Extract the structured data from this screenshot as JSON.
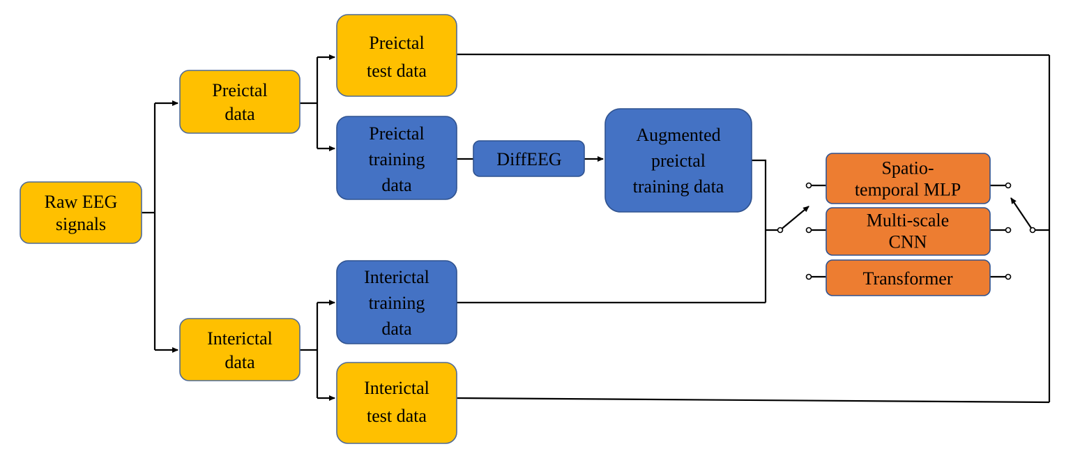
{
  "nodes": {
    "raw_eeg": {
      "lines": [
        "Raw EEG",
        "signals"
      ]
    },
    "preictal_data": {
      "lines": [
        "Preictal",
        "data"
      ]
    },
    "interictal_data": {
      "lines": [
        "Interictal",
        "data"
      ]
    },
    "preictal_test": {
      "lines": [
        "Preictal",
        "test data"
      ]
    },
    "preictal_training": {
      "lines": [
        "Preictal",
        "training",
        "data"
      ]
    },
    "diffeeg": {
      "lines": [
        "DiffEEG"
      ]
    },
    "augmented": {
      "lines": [
        "Augmented",
        "preictal",
        "training data"
      ]
    },
    "interictal_training": {
      "lines": [
        "Interictal",
        "training",
        "data"
      ]
    },
    "interictal_test": {
      "lines": [
        "Interictal",
        "test data"
      ]
    },
    "spatiotemporal_mlp": {
      "lines": [
        "Spatio-",
        "temporal MLP"
      ]
    },
    "multiscale_cnn": {
      "lines": [
        "Multi-scale",
        "CNN"
      ]
    },
    "transformer": {
      "lines": [
        "Transformer"
      ]
    }
  },
  "colors": {
    "data_box": "#FFC000",
    "training_box": "#4472C4",
    "model_box": "#ED7D31",
    "wire": "#000000"
  }
}
